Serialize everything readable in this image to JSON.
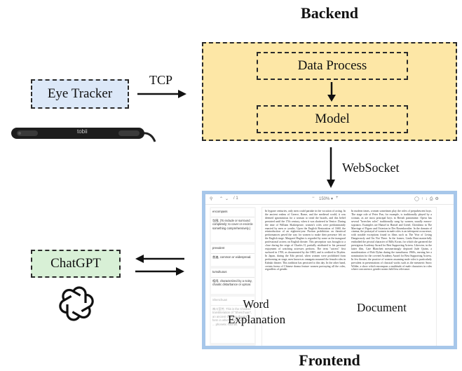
{
  "backend": {
    "title": "Backend",
    "data_process": "Data Process",
    "model": "Model"
  },
  "frontend": {
    "title": "Frontend"
  },
  "eye_tracker": {
    "label": "Eye Tracker",
    "device_brand": "tobii"
  },
  "chatgpt": {
    "label": "ChatGPT"
  },
  "connections": {
    "tcp": "TCP",
    "websocket": "WebSocket"
  },
  "screen": {
    "page_indicator": "/ 1",
    "zoom": "150% ▾",
    "word_explanation_label": "Word\nExplanation",
    "document_label": "Document",
    "words": [
      {
        "word": "encompass",
        "definition": "包围, (To include or surround completely; to cover or encircle something comprehensively.)"
      },
      {
        "word": "prevalent",
        "definition": "普遍, common or widespread."
      },
      {
        "word": "tumultuous",
        "definition": "喧闹, characterized by a noisy, chaotic disturbance or uproar."
      },
      {
        "word": "Shenchuan",
        "definition": "神川宣传, This is the Chinese transliteration of \"Shenchuan\", an ancient Chinese theatrical form in which performers use ... phonetic sounds."
      }
    ],
    "doc_left": "In bygone centuries, only men could partake in the vocation of acting. In the ancient realms of Greece, Rome, and the medieval world, it was deemed ignominious for a woman to tread the boards, and this belief persisted until the 17th century, when it was shattered in Venice. During the time of William Shakespeare, women's roles were predominantly enacted by men or youths. Upon the English Restoration of 1660, the reintroduction of an eighteen-year Puritan prohibition on theatrical performances paved the way for women to make their presence felt on the English stage. Margaret Hughes is regarded by some as the inaugural professional actress on English theater. This perception was brought to a close during the reign of Charles II, partially attributed to his personal enjoyment of watching actresses perform. The term \"actress\" first surfaced in 1700, as documented by the OED, and is credited to Dryden. In Japan, during the Edo period, when women were prohibited from performing on stage, men known as onnagata assumed the female roles in Kabuki theater. This tradition has persisted to this day. In the other hand, certain forms of Chinese drama feature women portraying all the roles, regardless of gender.",
    "doc_right": "In modern times, women sometimes play the roles of prepubescent boys. The stage role of Peter Pan, for example, is traditionally played by a woman, as are most principal boys in British pantomime. Opera has several \"breeches roles\" traditionally sung by women, usually mezzo-sopranos. Examples are Hansel in Hansel and Gretel, Cherubino in The Marriage of Figaro and Octavian in Der Rosenkavalier. In the domain of cinema, the portrayal of women in male roles is an infrequent occurrence, with notable exceptions found in films such as The Year of Living Dangerously and I'm Not There. In the former, Linda Hunt masterfully embodied the pivotal character of Billy Kwan, for which she garnered the prestigious Academy Award for Best Supporting Actress. Likewise, in the latter film, Cate Blanchett mesmerizingly depicted Jude Quinn, a manifestation of Bob Dylan during the tumultuous 1960s, earning her a nomination for the coveted Academy Award for Best Supporting Actress. In few theater, the practice of women assuming male roles is particularly prevalent in presentations of classical works such as the mesmeric Snow Wilder, a show which encompass a multitude of male characters in roles where concurrence, gender norms held less relevance."
  }
}
